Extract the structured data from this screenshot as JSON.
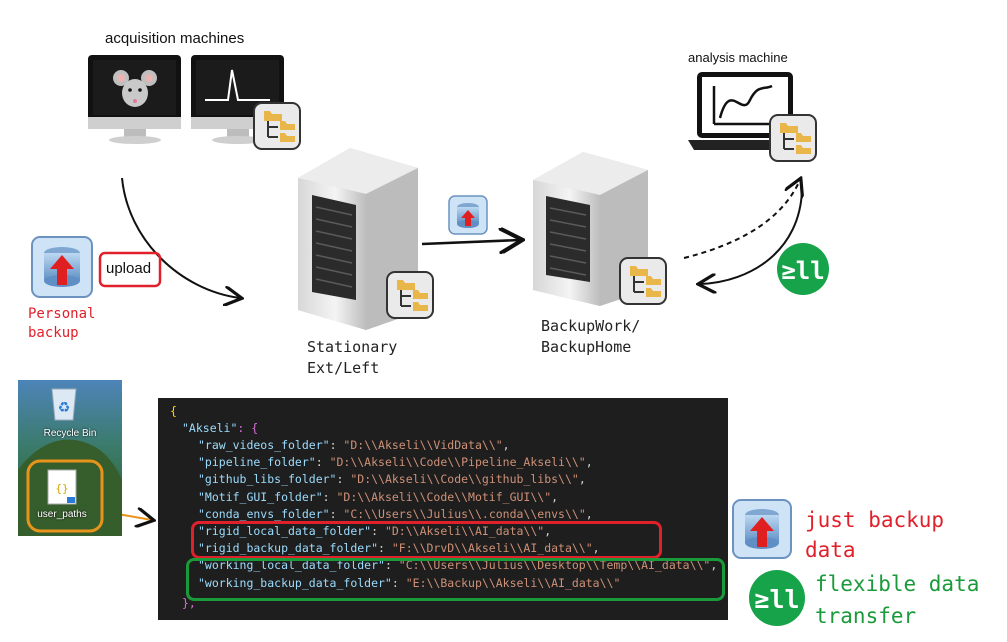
{
  "labels": {
    "acquisition": "acquisition machines",
    "analysis": "analysis machine",
    "upload": "upload",
    "personal_backup": [
      "Personal",
      "backup"
    ],
    "stationary": [
      "Stationary",
      "Ext/Left"
    ],
    "backupwork": [
      "BackupWork/",
      "BackupHome"
    ],
    "just_backup": [
      "just backup",
      "data"
    ],
    "flexible": [
      "flexible data",
      "transfer"
    ]
  },
  "desktop": {
    "recycle_bin": "Recycle Bin",
    "file": "user_paths"
  },
  "code": {
    "open_brace": "{",
    "key": "\"Akseli\"",
    "colon_brace": ": {",
    "lines": [
      {
        "k": "\"raw_videos_folder\"",
        "v": "\"D:\\\\Akseli\\\\VidData\\\\\"",
        "t": ","
      },
      {
        "k": "\"pipeline_folder\"",
        "v": "\"D:\\\\Akseli\\\\Code\\\\Pipeline_Akseli\\\\\"",
        "t": ","
      },
      {
        "k": "\"github_libs_folder\"",
        "v": "\"D:\\\\Akseli\\\\Code\\\\github_libs\\\\\"",
        "t": ","
      },
      {
        "k": "\"Motif_GUI_folder\"",
        "v": "\"D:\\\\Akseli\\\\Code\\\\Motif_GUI\\\\\"",
        "t": ","
      },
      {
        "k": "\"conda_envs_folder\"",
        "v": "\"C:\\\\Users\\\\Julius\\\\.conda\\\\envs\\\\\"",
        "t": ","
      },
      {
        "k": "\"rigid_local_data_folder\"",
        "v": "\"D:\\\\Akseli\\\\AI_data\\\\\"",
        "t": ","
      },
      {
        "k": "\"rigid_backup_data_folder\"",
        "v": "\"F:\\\\DrvD\\\\Akseli\\\\AI_data\\\\\"",
        "t": ","
      },
      {
        "k": "\"working_local_data_folder\"",
        "v": "\"C:\\\\Users\\\\Julius\\\\Desktop\\\\Temp\\\\AI_data\\\\\"",
        "t": ","
      },
      {
        "k": "\"working_backup_data_folder\"",
        "v": "\"E:\\\\Backup\\\\Akseli\\\\AI_data\\\\\"",
        "t": ""
      }
    ],
    "close": "},"
  },
  "colors": {
    "red": "#e0202a",
    "green": "#1a9a3a",
    "orange": "#e8941a",
    "bg_code": "#1e1e1e"
  }
}
